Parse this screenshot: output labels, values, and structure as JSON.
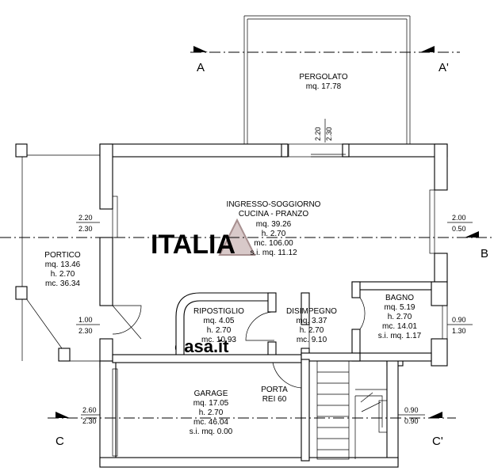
{
  "sections": {
    "a_left": "A",
    "a_right": "A'",
    "b_right": "B",
    "c_left": "C",
    "c_right": "C'"
  },
  "rooms": {
    "pergolato": {
      "name": "PERGOLATO",
      "area": "mq. 17.78"
    },
    "soggiorno": {
      "name1": "INGRESSO-SOGGIORNO",
      "name2": "CUCINA - PRANZO",
      "area": "mq. 39.26",
      "height": "h. 2.70",
      "volume": "mc. 106.00",
      "si": "s.i. mq. 11.12"
    },
    "portico": {
      "name": "PORTICO",
      "area": "mq. 13.46",
      "height": "h. 2.70",
      "volume": "mc. 36.34"
    },
    "ripostiglio": {
      "name": "RIPOSTIGLIO",
      "area": "mq. 4.05",
      "height": "h. 2.70",
      "volume": "mc. 10.93"
    },
    "disimpegno": {
      "name": "DISIMPEGNO",
      "area": "mq. 3.37",
      "height": "h. 2.70",
      "volume": "mc. 9.10"
    },
    "bagno": {
      "name": "BAGNO",
      "area": "mq. 5.19",
      "height": "h. 2.70",
      "volume": "mc. 14.01",
      "si": "s.i. mq. 1.17"
    },
    "garage": {
      "name": "GARAGE",
      "area": "mq. 17.05",
      "height": "h. 2.70",
      "volume": "mc. 46.04",
      "si": "s.i. mq. 0.00"
    }
  },
  "door_label": {
    "line1": "PORTA",
    "line2": "REI 60"
  },
  "openings": {
    "top_center": {
      "a": "2.20",
      "b": "2.30"
    },
    "left_upper": {
      "a": "2.20",
      "b": "2.30"
    },
    "right_upper": {
      "a": "2.00",
      "b": "0.50"
    },
    "left_door": {
      "a": "1.00",
      "b": "2.30"
    },
    "right_bagno": {
      "a": "0.90",
      "b": "1.30"
    },
    "left_garage": {
      "a": "2.60",
      "b": "2.30"
    },
    "right_stairs": {
      "a": "0.90",
      "b": "0.90"
    }
  }
}
